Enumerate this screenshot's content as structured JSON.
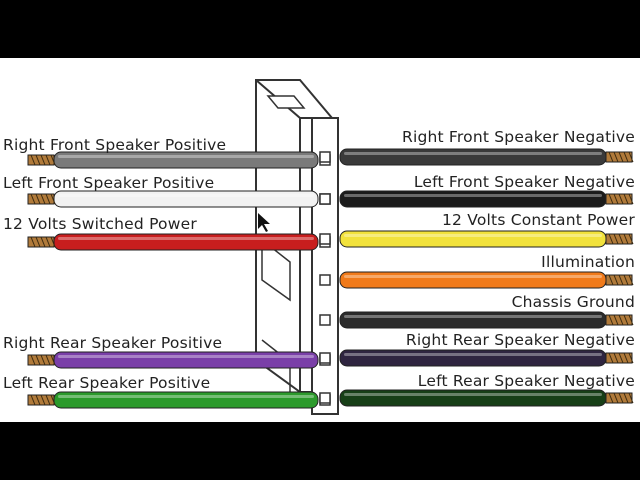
{
  "colors": {
    "page_band": "#000000",
    "panel_bg": "#ffffff",
    "label_text": "#222222",
    "connector_stroke": "#333333"
  },
  "left_wires": [
    {
      "label": "Right Front Speaker Positive",
      "color": "#7a7a7a"
    },
    {
      "label": "Left Front Speaker Positive",
      "color": "#f2f2f2"
    },
    {
      "label": "12 Volts Switched Power",
      "color": "#c81e1e"
    },
    {
      "label": "Right Rear Speaker Positive",
      "color": "#7a3fa8"
    },
    {
      "label": "Left Rear Speaker Positive",
      "color": "#2b9a2b"
    }
  ],
  "right_wires": [
    {
      "label": "Right Front Speaker Negative",
      "color": "#3a3a3a"
    },
    {
      "label": "Left Front Speaker Negative",
      "color": "#1b1b1b"
    },
    {
      "label": "12 Volts Constant Power",
      "color": "#f2e23c"
    },
    {
      "label": "Illumination",
      "color": "#f07a1a"
    },
    {
      "label": "Chassis Ground",
      "color": "#2b2b2b"
    },
    {
      "label": "Right Rear Speaker Negative",
      "color": "#2f2540"
    },
    {
      "label": "Left Rear Speaker Negative",
      "color": "#173f17"
    }
  ]
}
